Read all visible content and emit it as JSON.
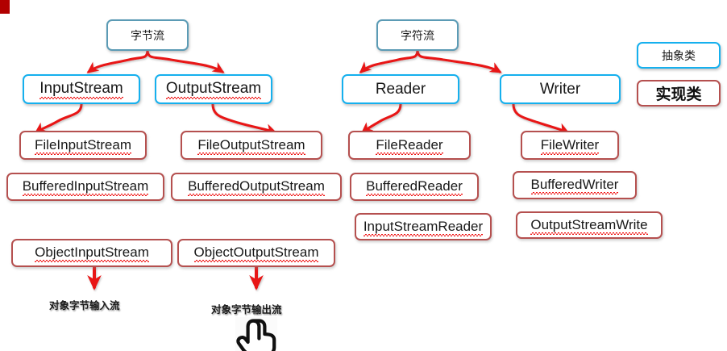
{
  "diagram": {
    "title_byte_stream": "字节流",
    "title_char_stream": "字符流",
    "legend": {
      "abstract": "抽象类",
      "implementation": "实现类"
    },
    "colors": {
      "abstract_border": "#15b0ee",
      "topic_border": "#5b9bb5",
      "impl_border": "#b5504f",
      "arrow": "#e81414",
      "corner_marker": "#b20000",
      "spellcheck_underline": "#f01010",
      "background": "#ffffff"
    },
    "nodes": {
      "byte_stream": "字节流",
      "char_stream": "字符流",
      "input_stream": "InputStream",
      "output_stream": "OutputStream",
      "reader": "Reader",
      "writer": "Writer",
      "file_input_stream": "FileInputStream",
      "file_output_stream": "FileOutputStream",
      "file_reader": "FileReader",
      "file_writer": "FileWriter",
      "buffered_input_stream": "BufferedInputStream",
      "buffered_output_stream": "BufferedOutputStream",
      "buffered_reader": "BufferedReader",
      "buffered_writer": "BufferedWriter",
      "input_stream_reader": "InputStreamReader",
      "output_stream_write": "OutputStreamWrite",
      "object_input_stream": "ObjectInputStream",
      "object_output_stream": "ObjectOutputStream"
    },
    "captions": {
      "object_input_stream_desc": "对象字节输入流",
      "object_output_stream_desc": "对象字节输出流"
    },
    "icons": {
      "cursor": "pointing-hand-cursor",
      "corner": "red-square-marker"
    }
  }
}
